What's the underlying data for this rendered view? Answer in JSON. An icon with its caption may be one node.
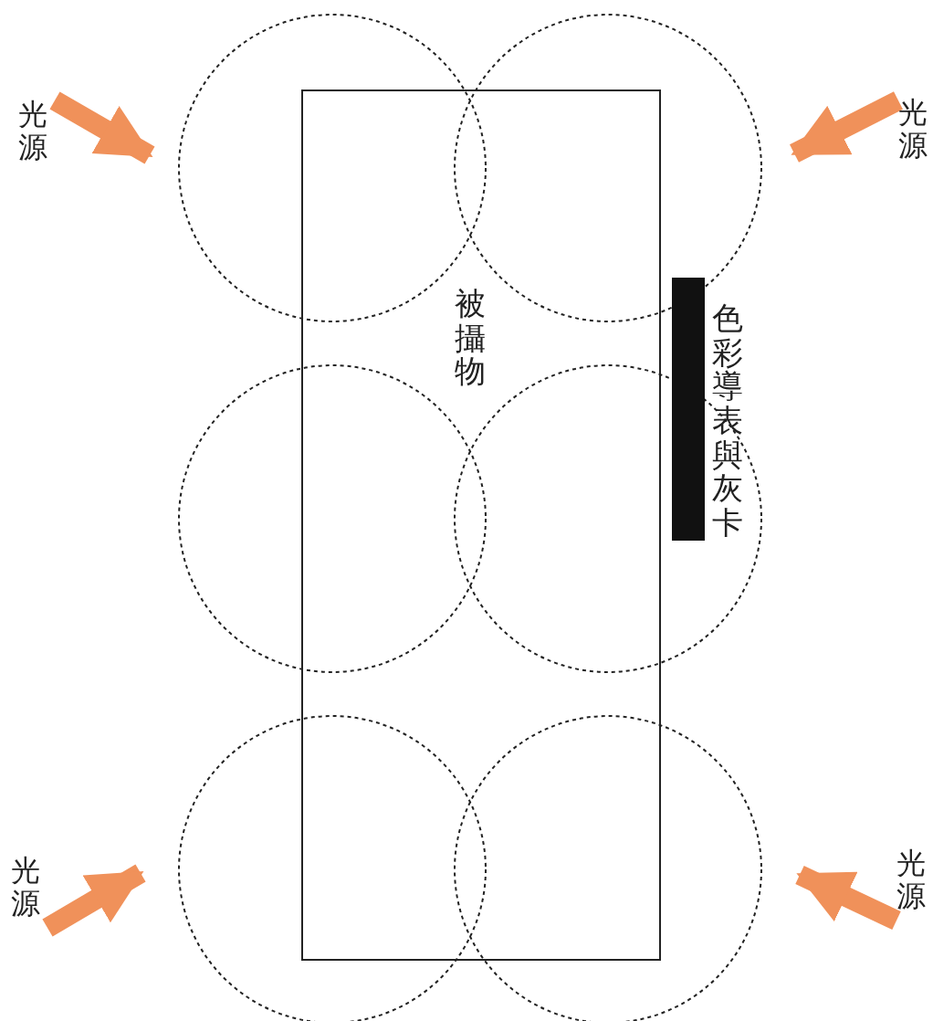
{
  "diagram": {
    "nodes": [
      {
        "text": [
          "被攝物"
        ]
      },
      {
        "text": [],
        "shape": "bar",
        "beside": [
          "色彩導表與灰卡"
        ]
      },
      {
        "text": [
          "光源"
        ]
      },
      {
        "text": [
          "光源"
        ]
      },
      {
        "text": [
          "光源"
        ]
      },
      {
        "text": [
          "光源"
        ]
      }
    ],
    "edges": [
      {
        "from": 2,
        "to": null,
        "arrow": "to"
      },
      {
        "from": 3,
        "to": null,
        "arrow": "to"
      },
      {
        "from": 4,
        "to": null,
        "arrow": "to"
      },
      {
        "from": 5,
        "to": null,
        "arrow": "to"
      }
    ]
  }
}
